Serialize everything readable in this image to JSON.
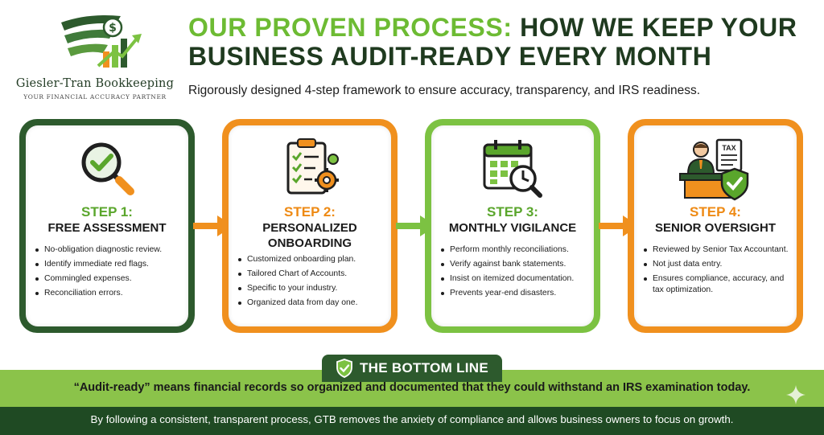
{
  "brand": {
    "name": "Giesler-Tran Bookkeeping",
    "tagline": "YOUR FINANCIAL ACCURACY PARTNER",
    "logo_icon": "dollar-growth-chart-icon"
  },
  "header": {
    "headline_accent": "OUR PROVEN PROCESS:",
    "headline_main": "HOW WE KEEP YOUR BUSINESS AUDIT-READY EVERY MONTH",
    "subheadline": "Rigorously designed 4-step framework to ensure accuracy, transparency, and IRS readiness."
  },
  "colors": {
    "dark_green": "#2d5a2d",
    "light_green": "#7cc242",
    "orange": "#f0901e",
    "band_green": "#8bc34a",
    "footer_green": "#1f4a23"
  },
  "steps": [
    {
      "number": "STEP 1:",
      "title": "FREE ASSESSMENT",
      "icon": "magnifier-check-icon",
      "bullets": [
        "No-obligation diagnostic review.",
        "Identify immediate red flags.",
        "Commingled expenses.",
        "Reconciliation errors."
      ]
    },
    {
      "number": "STEP 2:",
      "title_line1": "PERSONALIZED",
      "title_line2": "ONBOARDING",
      "icon": "clipboard-gear-icon",
      "bullets": [
        "Customized onboarding plan.",
        "Tailored Chart of Accounts.",
        "Specific to your industry.",
        "Organized data from day one."
      ]
    },
    {
      "number": "STEP 3:",
      "title": "MONTHLY VIGILANCE",
      "icon": "calendar-clock-icon",
      "bullets": [
        "Perform monthly reconciliations.",
        "Verify against bank statements.",
        "Insist on itemized documentation.",
        "Prevents year-end disasters."
      ]
    },
    {
      "number": "STEP 4:",
      "title": "SENIOR OVERSIGHT",
      "icon": "accountant-tax-shield-icon",
      "icon_text": "TAX",
      "bullets": [
        "Reviewed by Senior Tax Accountant.",
        "Not just data entry.",
        "Ensures compliance, accuracy, and tax optimization."
      ]
    }
  ],
  "bottom_line": {
    "title": "THE BOTTOM LINE",
    "icon": "shield-check-icon",
    "statement": "“Audit-ready” means financial records so organized and documented that they could withstand an IRS examination today.",
    "footer": "By following a consistent, transparent process, GTB removes the anxiety of compliance and allows business owners to focus on growth."
  }
}
